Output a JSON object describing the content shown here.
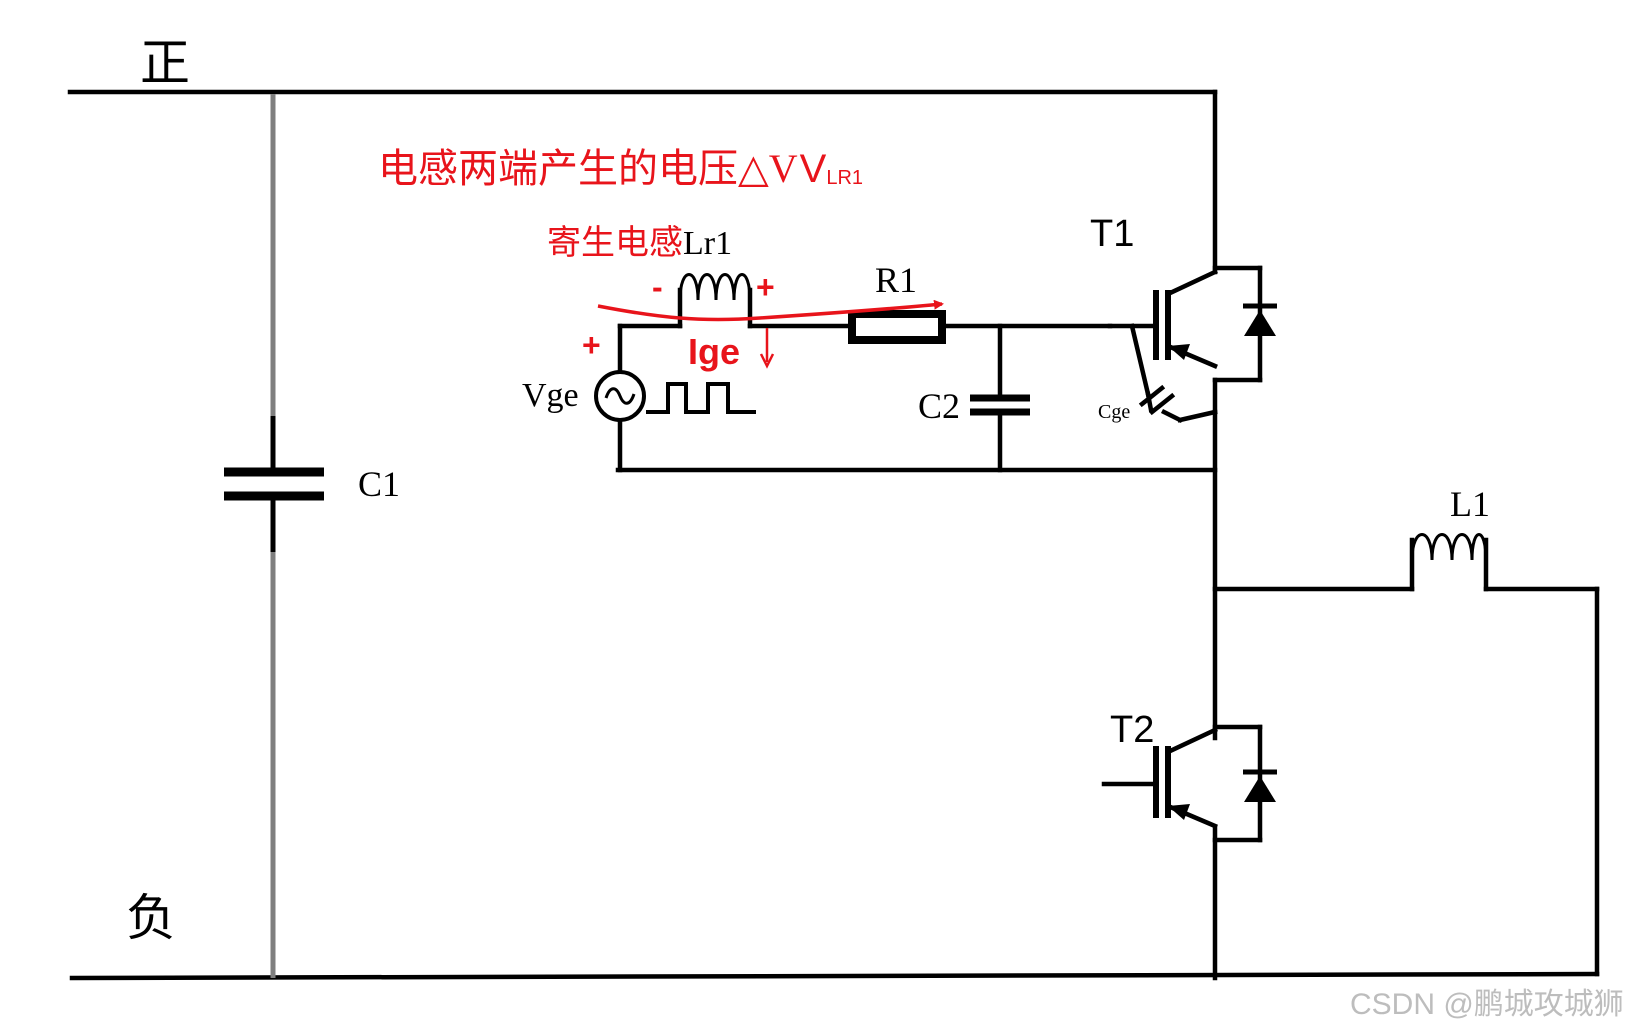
{
  "rails": {
    "positive_label": "正",
    "negative_label": "负"
  },
  "annotations": {
    "inductor_voltage": "电感两端产生的电压△V",
    "inductor_voltage_subscript": "LR1",
    "parasitic_inductance": "寄生电感",
    "current_label": "Ige",
    "minus_sign": "-",
    "plus_sign": "+",
    "source_plus": "+"
  },
  "components": {
    "C1": "C1",
    "C2": "C2",
    "R1": "R1",
    "Lr1": "Lr1",
    "L1": "L1",
    "T1": "T1",
    "T2": "T2",
    "Vge": "Vge",
    "Cge": "Cge"
  },
  "colors": {
    "wire": "#000000",
    "annotation": "#e8141b",
    "c1_wire": "#7f7f7f",
    "watermark": "#bdbdbd"
  },
  "watermark": "CSDN @鹏城攻城狮"
}
